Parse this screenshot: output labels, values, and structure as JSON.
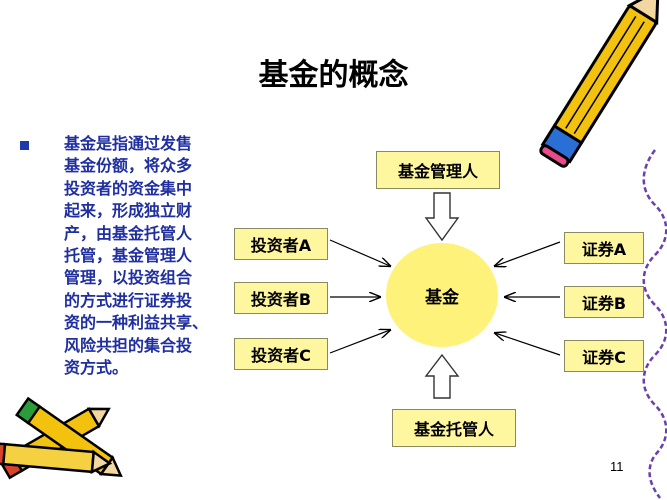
{
  "slide": {
    "title": "基金的概念",
    "body": "基金是指通过发售\n基金份额，将众多\n投资者的资金集中\n起来，形成独立财\n产，由基金托管人\n托管，基金管理人\n管理，以投资组合\n的方式进行证券投\n资的一种利益共享、\n风险共担的集合投\n资方式。",
    "page_number": "11"
  },
  "diagram": {
    "center": "基金",
    "top": "基金管理人",
    "bottom": "基金托管人",
    "left": [
      "投资者A",
      "投资者B",
      "投资者C"
    ],
    "right": [
      "证券A",
      "证券B",
      "证券C"
    ]
  },
  "colors": {
    "body_text": "#1f2fa0",
    "bullet": "#1f3aa8",
    "box_fill": "#fff6a0",
    "center_fill": "#fff27a"
  },
  "icons": [
    "pencil-clipart-icon",
    "pencils-clipart-icon",
    "wavy-border-decoration"
  ]
}
